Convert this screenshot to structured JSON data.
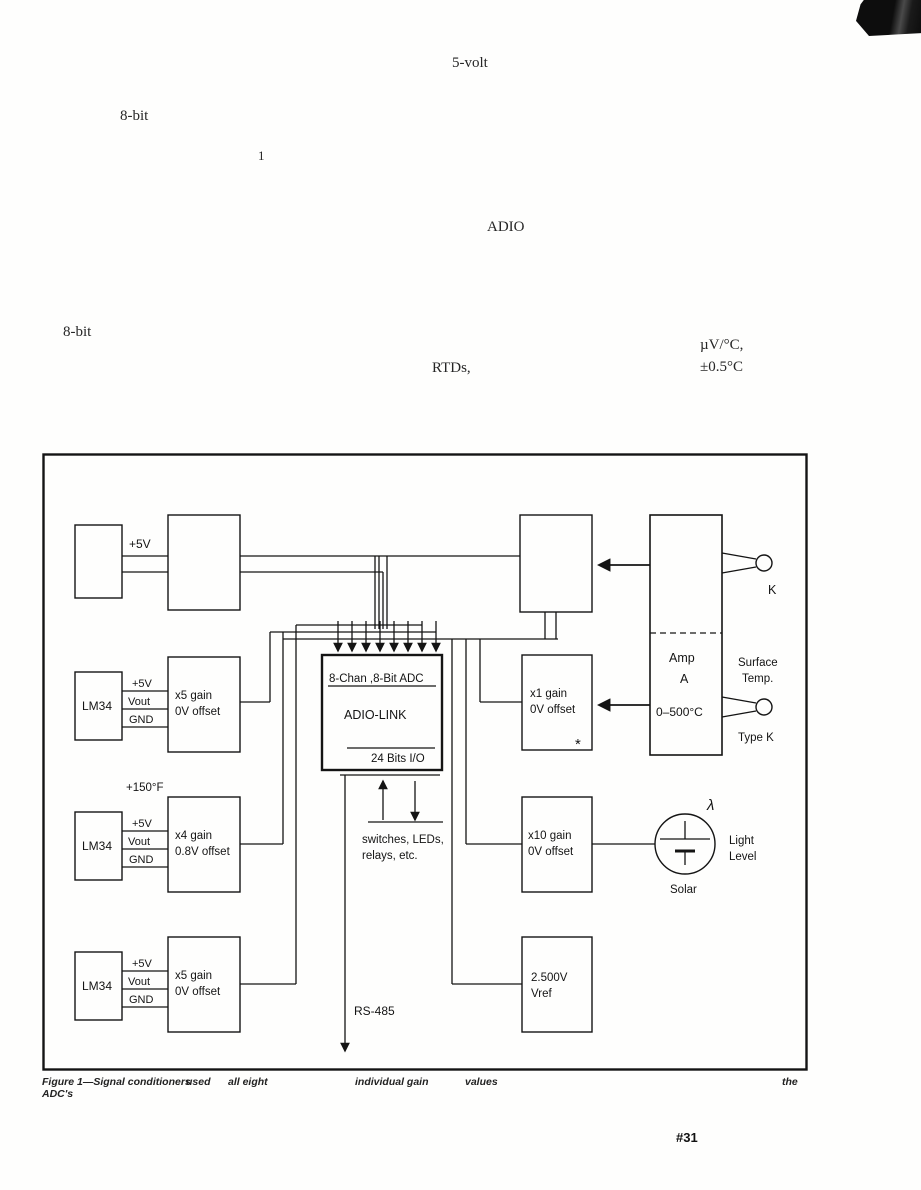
{
  "body_text": {
    "five_volt": "5-volt",
    "eight_bit_1": "8-bit",
    "one": "1",
    "adio": "ADIO",
    "eight_bit_2": "8-bit",
    "uv_per_c": "µV/°C,",
    "rtds": "RTDs,",
    "half_degree": "±0.5°C"
  },
  "figure": {
    "power": {
      "label": "+5V"
    },
    "adc": {
      "title": "8-Chan ,8-Bit ADC",
      "name": "ADIO-LINK",
      "io_label": "24 Bits I/O"
    },
    "sensors": [
      {
        "chip": "LM34",
        "pin1": "+5V",
        "pin2": "Vout",
        "pin3": "GND",
        "gain": "x5 gain",
        "offset": "0V offset"
      },
      {
        "chip": "LM34",
        "pin1": "+5V",
        "pin2": "Vout",
        "pin3": "GND",
        "gain": "x4 gain",
        "offset": "0.8V offset",
        "note": "+150°F"
      },
      {
        "chip": "LM34",
        "pin1": "+5V",
        "pin2": "Vout",
        "pin3": "GND",
        "gain": "x5 gain",
        "offset": "0V offset"
      }
    ],
    "thermo": {
      "amp_line1": "Amp",
      "amp_line2": "A",
      "range": "0–500°C",
      "k_label": "K",
      "surface_line1": "Surface",
      "surface_line2": "Temp.",
      "type_k": "Type K"
    },
    "cond_x1": {
      "gain": "x1 gain",
      "offset": "0V offset",
      "star": "*"
    },
    "cond_x10": {
      "gain": "x10 gain",
      "offset": "0V offset"
    },
    "vref": {
      "line1": "2.500V",
      "line2": "Vref"
    },
    "solar": {
      "lambda": "λ",
      "light_line1": "Light",
      "light_line2": "Level",
      "label": "Solar"
    },
    "io": {
      "line1": "switches, LEDs,",
      "line2": "relays, etc."
    },
    "bus": {
      "label": "RS-485"
    }
  },
  "caption": {
    "part1": "Figure 1—Signal conditioners",
    "part2": "used",
    "part3": "all eight",
    "part4": "individual gain",
    "part5": "values",
    "part6": "the",
    "line2": "ADC's"
  },
  "footer": {
    "page_number": "#31"
  }
}
